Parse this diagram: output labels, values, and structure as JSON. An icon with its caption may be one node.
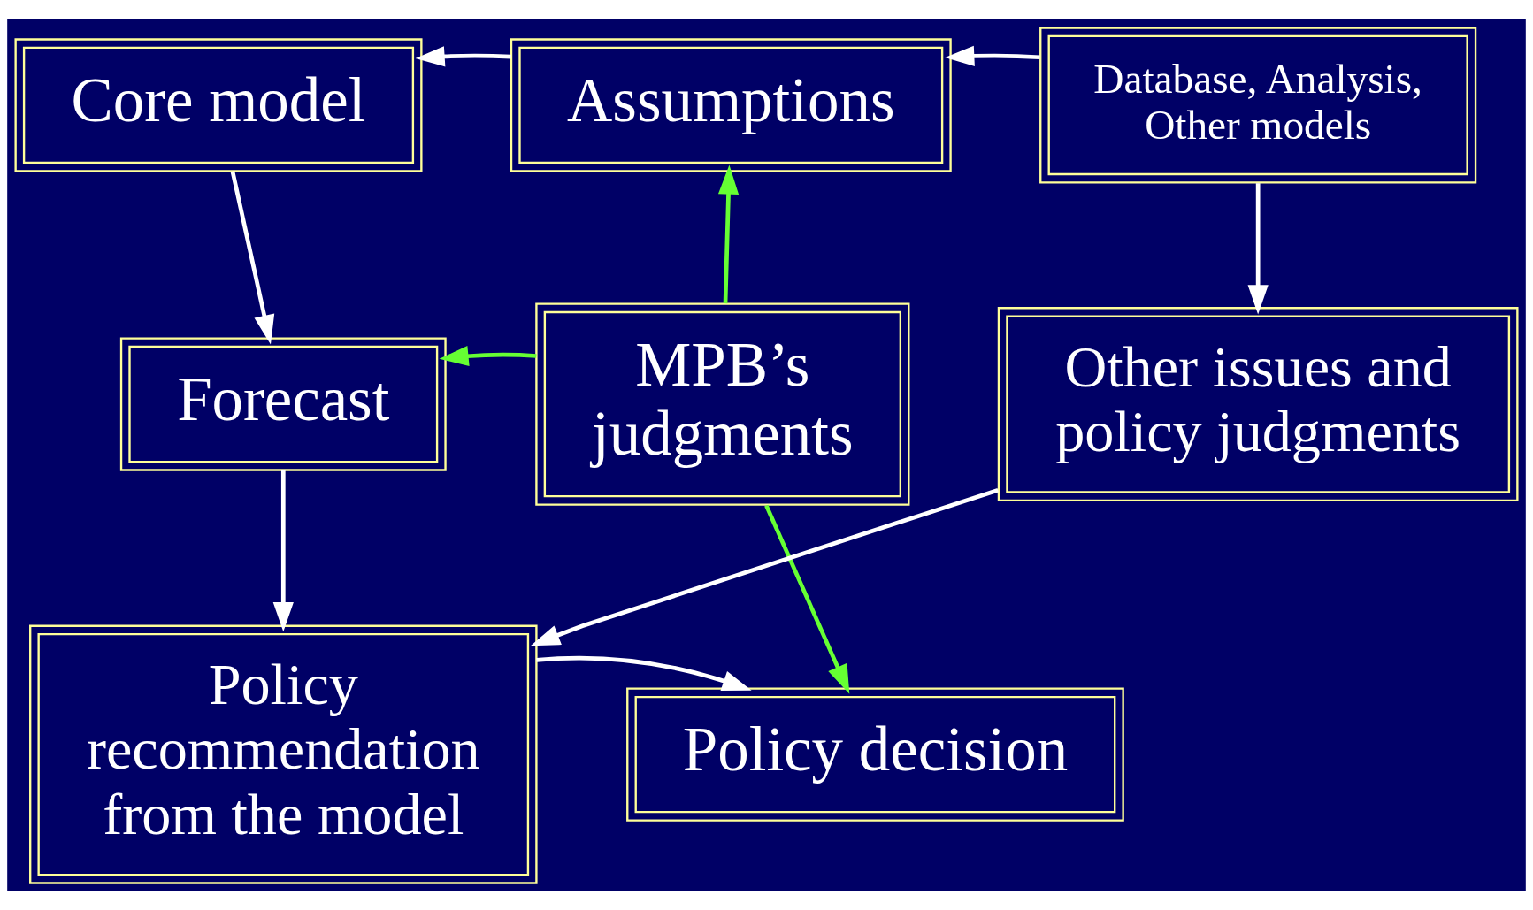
{
  "diagram": {
    "nodes": [
      {
        "text": [
          "Core model"
        ]
      },
      {
        "text": [
          "Assumptions"
        ]
      },
      {
        "text": [
          "Database, Analysis, Other models"
        ]
      },
      {
        "text": [
          "Forecast"
        ]
      },
      {
        "text": [
          "MPB’s judgments"
        ]
      },
      {
        "text": [
          "Other issues and policy judgments"
        ]
      },
      {
        "text": [
          "Policy decision"
        ]
      },
      {
        "text": [
          "Policy recommendation from the model"
        ]
      }
    ],
    "edges": [
      {
        "from": 1,
        "to": 0,
        "arrow": "to"
      },
      {
        "from": 2,
        "to": 1,
        "arrow": "to"
      },
      {
        "from": 0,
        "to": 3,
        "arrow": "to"
      },
      {
        "from": 4,
        "to": 3,
        "arrow": "to",
        "color": "#66ff33"
      },
      {
        "from": 4,
        "to": 1,
        "arrow": "to",
        "color": "#66ff33"
      },
      {
        "from": 2,
        "to": 5,
        "arrow": "to"
      },
      {
        "from": 3,
        "to": 7,
        "arrow": "to"
      },
      {
        "from": 4,
        "to": 6,
        "arrow": "to",
        "color": "#66ff33"
      },
      {
        "from": 5,
        "to": 7,
        "arrow": "to"
      },
      {
        "from": 7,
        "to": 6,
        "arrow": "to"
      }
    ]
  }
}
